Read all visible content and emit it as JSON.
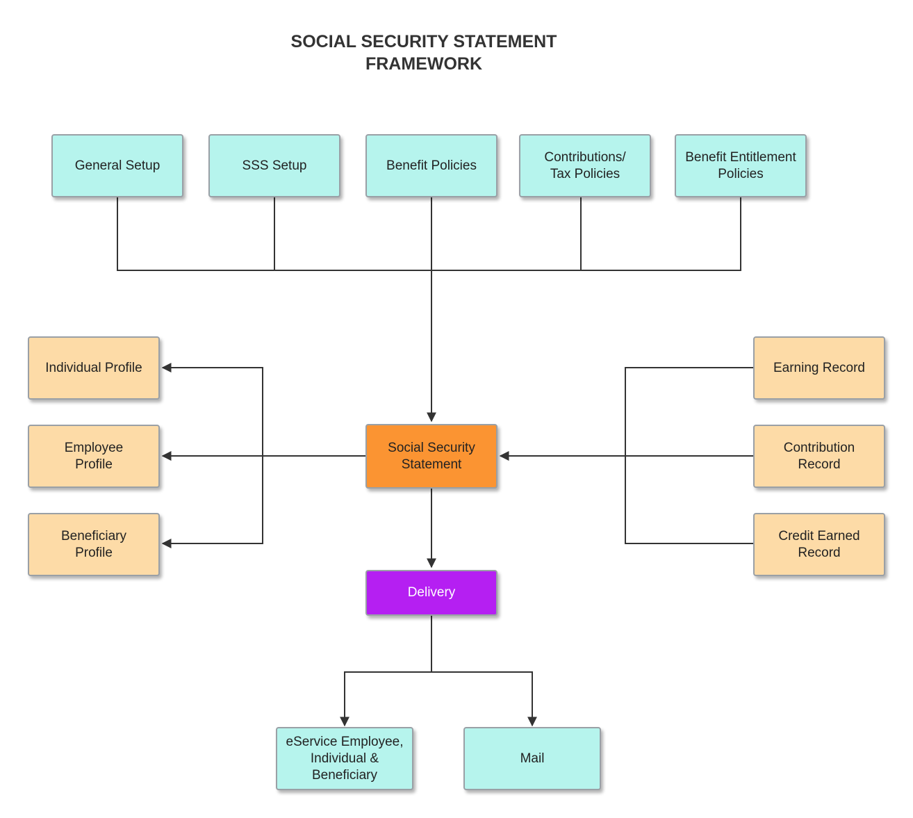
{
  "title": {
    "line1": "SOCIAL SECURITY STATEMENT",
    "line2": "FRAMEWORK"
  },
  "colors": {
    "teal": "#b6f4ed",
    "peach": "#fddba7",
    "orange": "#fb9432",
    "purple": "#b51ff2",
    "connector": "#333333"
  },
  "top_nodes": {
    "general_setup": "General Setup",
    "sss_setup": "SSS Setup",
    "benefit_policies": "Benefit Policies",
    "contributions_tax": "Contributions/\nTax Policies",
    "benefit_entitlement": "Benefit Entitlement\nPolicies"
  },
  "left_nodes": {
    "individual_profile": "Individual Profile",
    "employee_profile": "Employee\nProfile",
    "beneficiary_profile": "Beneficiary\nProfile"
  },
  "center": {
    "statement": "Social Security\nStatement",
    "delivery": "Delivery"
  },
  "right_nodes": {
    "earning_record": "Earning Record",
    "contribution_record": "Contribution\nRecord",
    "credit_earned_record": "Credit Earned\nRecord"
  },
  "bottom_nodes": {
    "eservice": "eService Employee,\nIndividual &\nBeneficiary",
    "mail": "Mail"
  }
}
